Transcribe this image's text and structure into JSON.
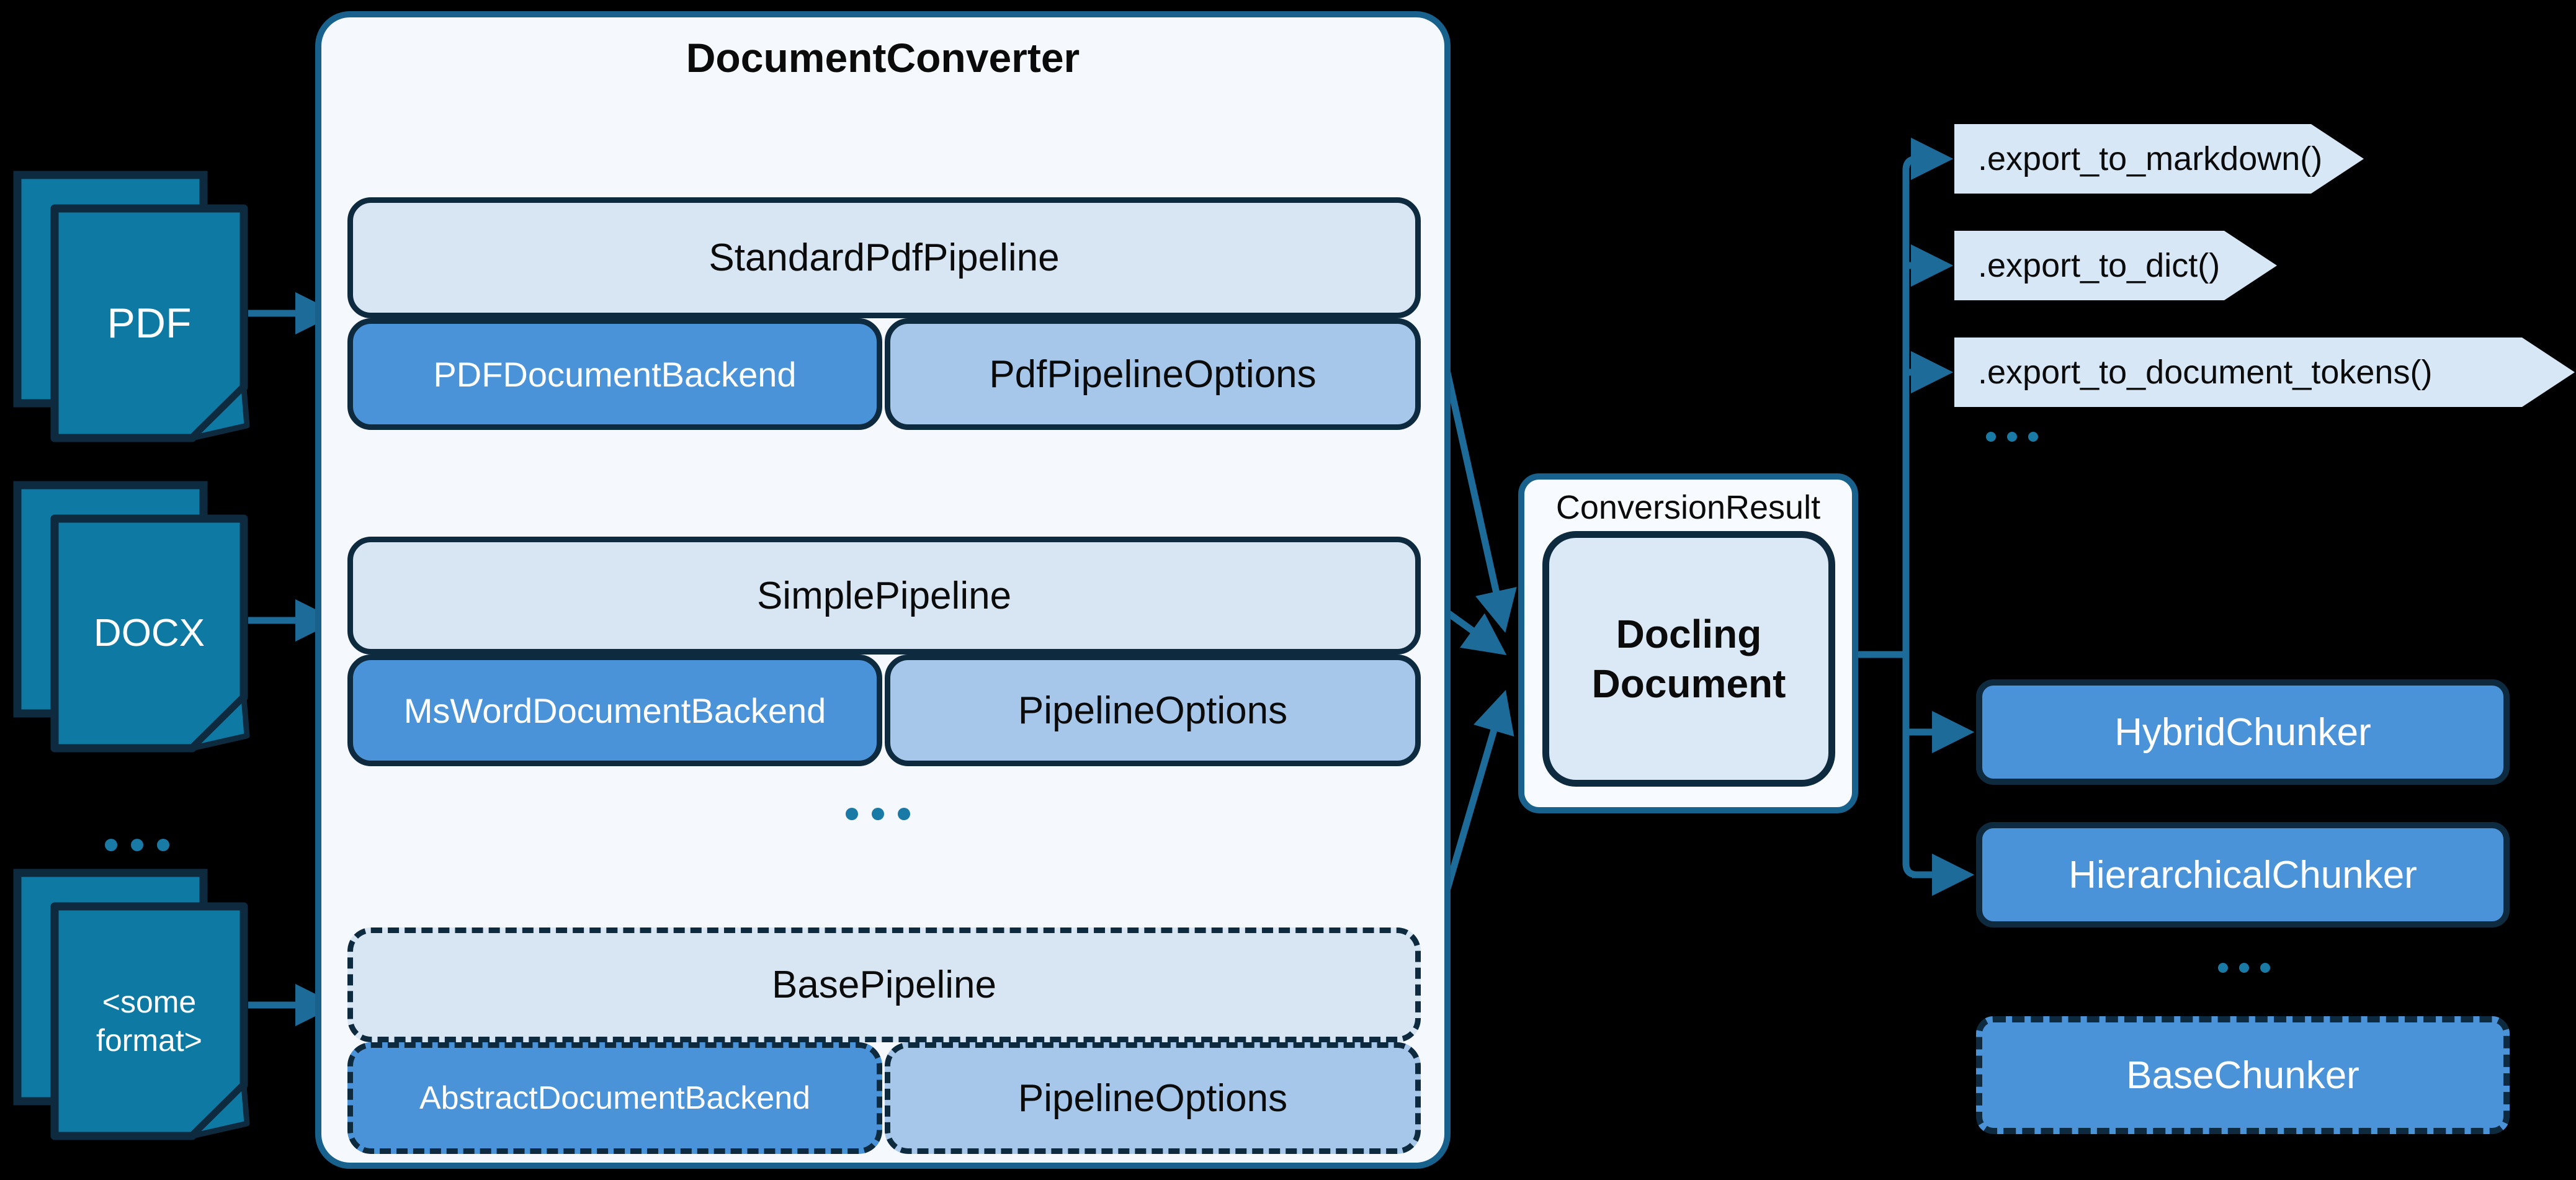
{
  "diagram_title": "DocumentConverter",
  "inputs": {
    "items": [
      {
        "line1": "PDF",
        "line2": ""
      },
      {
        "line1": "DOCX",
        "line2": ""
      },
      {
        "line1": "<some",
        "line2": "format>"
      }
    ],
    "ellipsis": "..."
  },
  "converter": {
    "title": "DocumentConverter",
    "pipelines": [
      {
        "name": "StandardPdfPipeline",
        "backend": "PDFDocumentBackend",
        "options": "PdfPipelineOptions",
        "style": "solid"
      },
      {
        "name": "SimplePipeline",
        "backend": "MsWordDocumentBackend",
        "options": "PipelineOptions",
        "style": "solid"
      },
      {
        "name": "BasePipeline",
        "backend": "AbstractDocumentBackend",
        "options": "PipelineOptions",
        "style": "dashed"
      }
    ],
    "ellipsis": "..."
  },
  "conversion_result": {
    "label": "ConversionResult",
    "document_line1": "Docling",
    "document_line2": "Document"
  },
  "exports": {
    "items": [
      {
        "label": ".export_to_markdown()"
      },
      {
        "label": ".export_to_dict()"
      },
      {
        "label": ".export_to_document_tokens()"
      }
    ],
    "ellipsis": "..."
  },
  "chunkers": {
    "items": [
      {
        "label": "HybridChunker"
      },
      {
        "label": "HierarchicalChunker"
      }
    ],
    "ellipsis": "...",
    "base": "BaseChunker"
  },
  "colors": {
    "background": "#000000",
    "container_fill": "#f5f8fd",
    "container_border": "#17618c",
    "pipeline_fill": "#d8e6f4",
    "backend_fill": "#4b93d9",
    "options_fill": "#a6c7ea",
    "node_border": "#0e2a3f",
    "icon_fill": "#0e7aa3",
    "arrow_line": "#1d6b99",
    "export_fill": "#d8e7f6",
    "dots": "#1a7aa6"
  }
}
